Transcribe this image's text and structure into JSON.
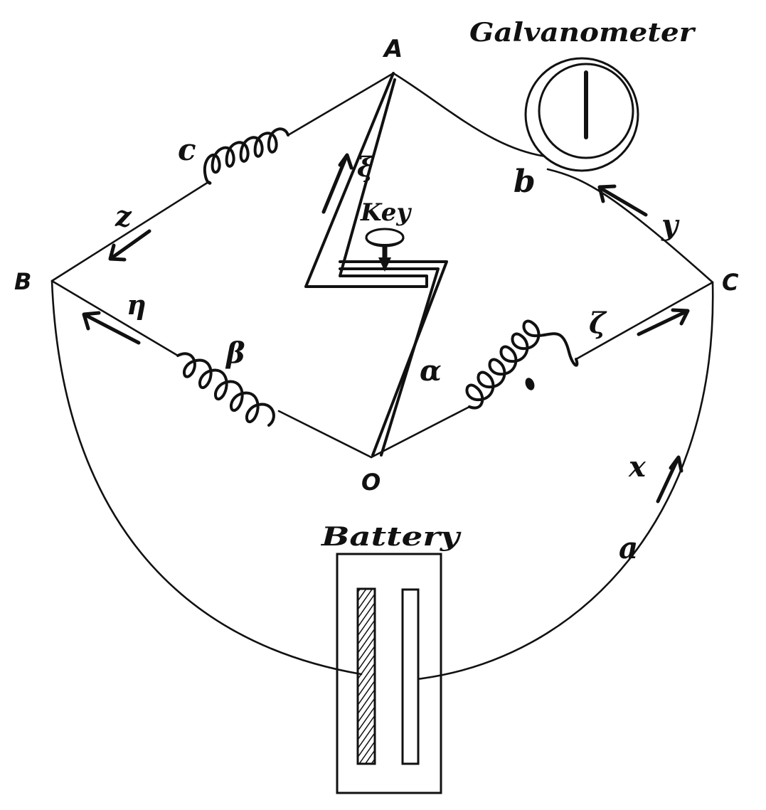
{
  "labels": {
    "galvanometer": "Galvanometer",
    "key": "Key",
    "battery": "Battery",
    "node_a": "A",
    "node_b": "B",
    "node_c": "C",
    "node_o": "O",
    "res_c": "c",
    "res_b": "b",
    "res_beta": "β",
    "res_alpha": "α",
    "res_a": "a",
    "cur_z": "z",
    "cur_y": "y",
    "cur_xi": "ξ",
    "cur_eta": "η",
    "cur_zeta": "ζ",
    "cur_x": "x"
  }
}
